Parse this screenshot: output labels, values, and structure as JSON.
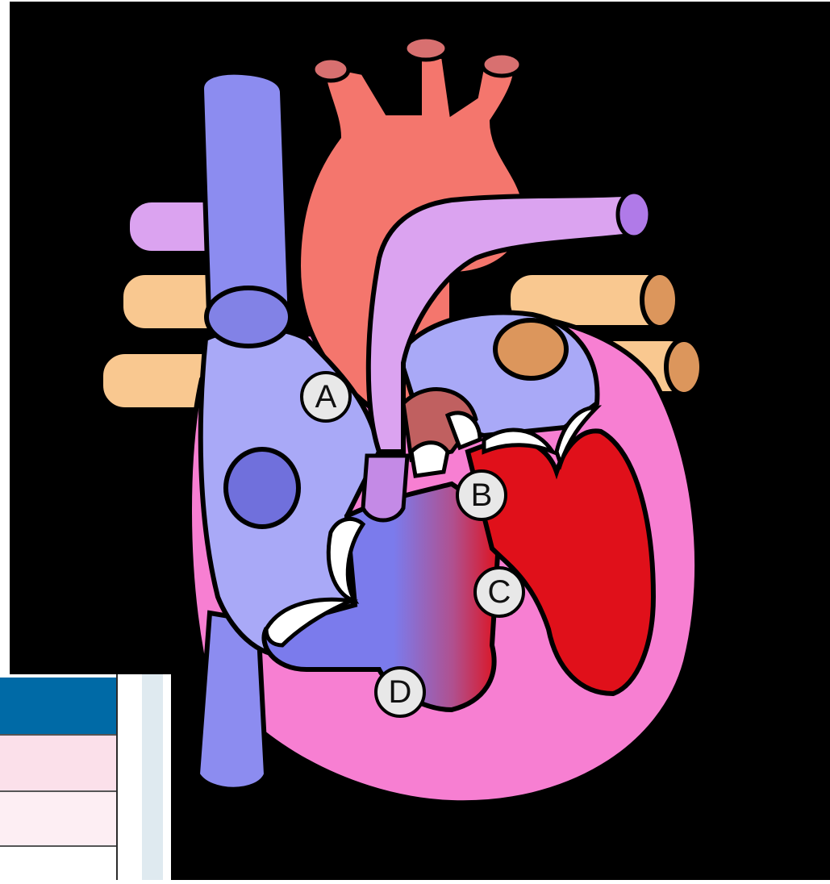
{
  "diagram": {
    "labels": [
      {
        "id": "A",
        "text": "A"
      },
      {
        "id": "B",
        "text": "B"
      },
      {
        "id": "C",
        "text": "C"
      },
      {
        "id": "D",
        "text": "D"
      }
    ],
    "colors": {
      "background": "#000000",
      "aorta": "#f4766d",
      "vena_cava": "#8c8cf0",
      "pulmonary_artery": "#dba3f0",
      "pulmonary_veins": "#f9c890",
      "pericardium": "#f77fd2",
      "right_atrium": "#a9a9f7",
      "left_ventricle": "#e0101a",
      "right_ventricle": "#7b7bec",
      "valve": "#ffffff"
    }
  },
  "table_fragment": {
    "header_color": "#006aa6",
    "row_colors": [
      "#fbe0ea",
      "#fdeef3",
      "#ffffff"
    ]
  }
}
